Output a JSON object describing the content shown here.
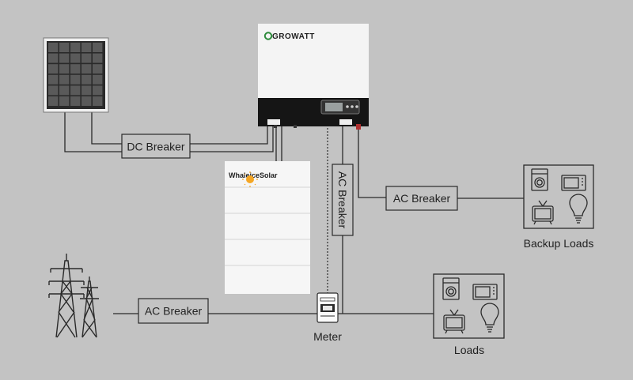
{
  "diagram": {
    "inverter": {
      "brand": "GROWATT"
    },
    "battery": {
      "brand": "WhaleiceSolar"
    },
    "breakers": {
      "dc": "DC Breaker",
      "ac_vertical": "AC Breaker",
      "ac_backup": "AC Breaker",
      "ac_grid": "AC Breaker"
    },
    "meter": {
      "label": "Meter"
    },
    "backup_loads": {
      "label": "Backup Loads",
      "icons": [
        "washing-machine-icon",
        "microwave-icon",
        "tv-icon",
        "light-bulb-icon"
      ]
    },
    "loads": {
      "label": "Loads",
      "icons": [
        "washing-machine-icon",
        "microwave-icon",
        "tv-icon",
        "light-bulb-icon"
      ]
    },
    "grid": {
      "icon": "transmission-tower-icon"
    },
    "solar": {
      "icon": "solar-panel-icon"
    },
    "colors": {
      "background": "#c3c3c3",
      "line": "#2a2a2a",
      "inverter_white": "#f4f4f4",
      "inverter_black": "#151515",
      "sun": "#f5a623",
      "brand_green": "#2c8a3a",
      "brand_blue": "#2f6fc6"
    }
  }
}
